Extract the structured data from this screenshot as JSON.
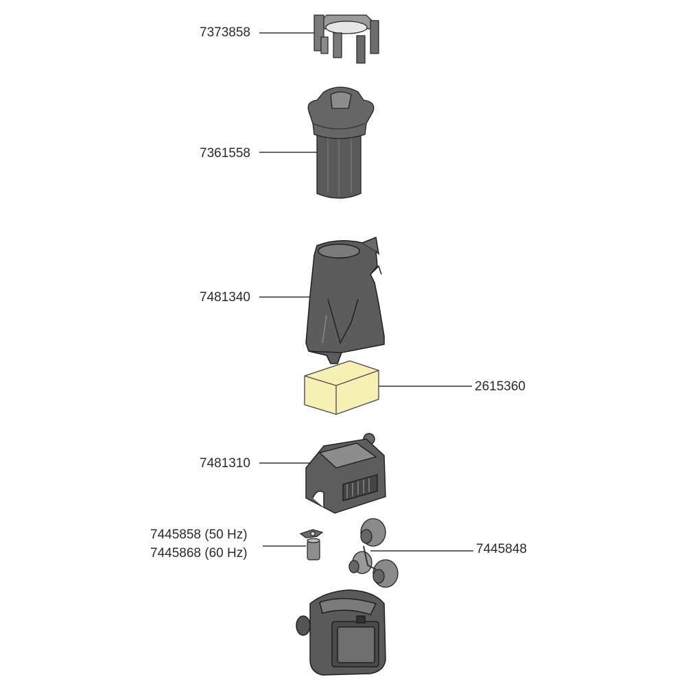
{
  "parts": [
    {
      "id": "7373858",
      "label": "7373858",
      "icon": "mounting-bracket-icon"
    },
    {
      "id": "7361558",
      "label": "7361558",
      "icon": "intake-tube-icon"
    },
    {
      "id": "7481340",
      "label": "7481340",
      "icon": "filter-housing-icon"
    },
    {
      "id": "2615360",
      "label": "2615360",
      "icon": "filter-sponge-icon"
    },
    {
      "id": "7481310",
      "label": "7481310",
      "icon": "pump-cover-icon"
    },
    {
      "id": "7445858",
      "label": "7445858 (50 Hz)",
      "label2": "7445868 (60 Hz)",
      "icon": "impeller-icon"
    },
    {
      "id": "7445848",
      "label": "7445848",
      "icon": "suction-cups-icon"
    },
    {
      "id": "motor",
      "icon": "pump-motor-icon"
    }
  ],
  "colors": {
    "part_fill": "#5f5f5f",
    "part_dark": "#3e3e3e",
    "part_light": "#8a8a8a",
    "sponge_fill": "#f7f0b4",
    "outline": "#1e1e1e",
    "leader_line": "#333333"
  }
}
